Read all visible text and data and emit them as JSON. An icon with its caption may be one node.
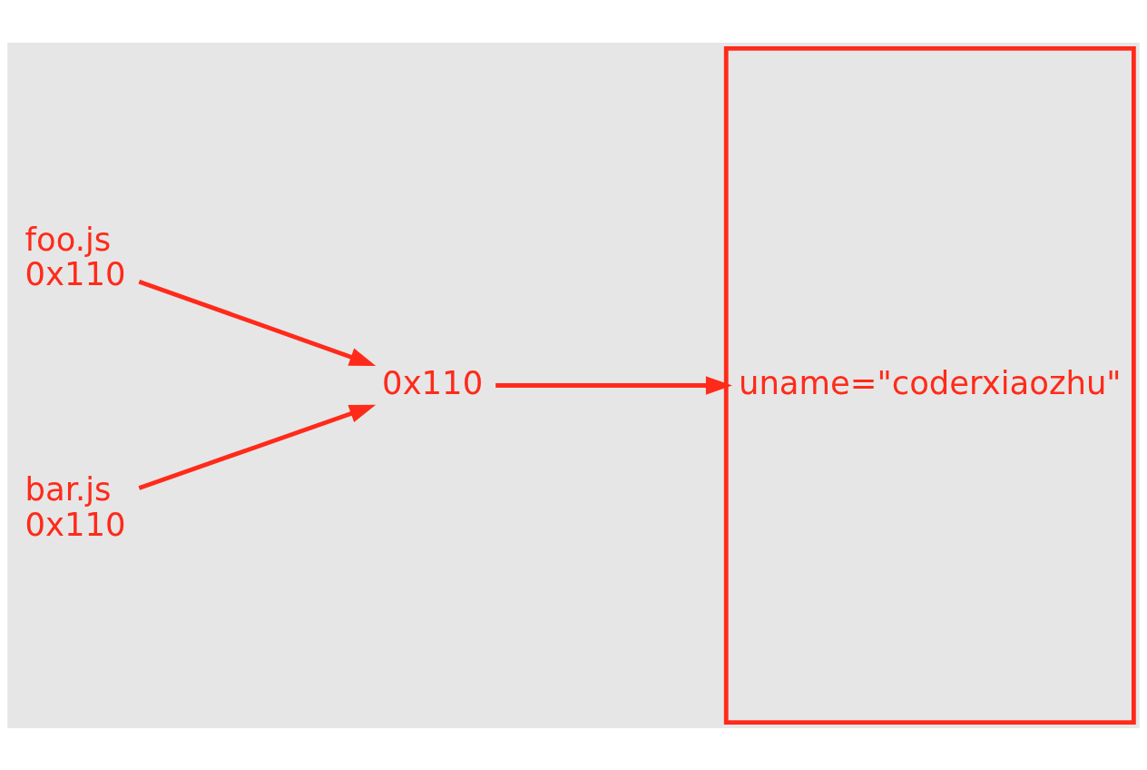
{
  "diagram": {
    "nodes": [
      {
        "text": [
          "foo.js",
          "0x110"
        ]
      },
      {
        "text": [
          "0x110"
        ]
      },
      {
        "text": [
          "uname=\"coderxiaozhu\""
        ]
      },
      {
        "text": [
          "bar.js",
          "0x110"
        ]
      }
    ],
    "edges": [
      {
        "from": 0,
        "to": 1,
        "arrow": "to"
      },
      {
        "from": 3,
        "to": 1,
        "arrow": "to"
      },
      {
        "from": 1,
        "to": 2,
        "arrow": "to"
      }
    ]
  }
}
